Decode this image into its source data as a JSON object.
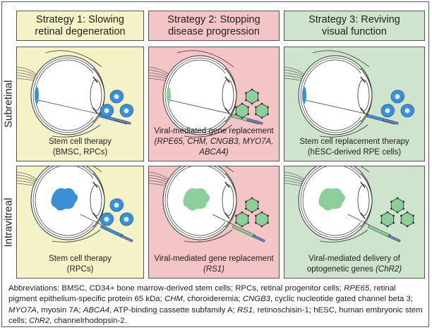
{
  "colors": {
    "strategy1_bg": "#f4f3c8",
    "strategy2_bg": "#f4c5c6",
    "strategy3_bg": "#cfe4cc",
    "stem_cell_blue": "#3a8fd6",
    "virus_green": "#8ccf9a",
    "outline": "#333333"
  },
  "headers": [
    {
      "line1": "Strategy 1: Slowing",
      "line2": "retinal degeneration"
    },
    {
      "line1": "Strategy 2: Stopping",
      "line2": "disease progression"
    },
    {
      "line1": "Strategy 3: Reviving",
      "line2": "visual function"
    }
  ],
  "row_labels": [
    "Subretinal",
    "Intravitreal"
  ],
  "panels": {
    "subretinal": [
      {
        "title": "Stem cell therapy",
        "detail": "(BMSC, RPCs)",
        "agent": "stem-cells"
      },
      {
        "title": "Viral-mediated gene replacement",
        "detail": "(RPE65, CHM, CNGB3, MYO7A, ABCA4)",
        "agent": "virus"
      },
      {
        "title": "Stem cell replacement therapy",
        "detail": "(hESC-derived RPE cells)",
        "agent": "stem-cells"
      }
    ],
    "intravitreal": [
      {
        "title": "Stem cell therapy",
        "detail": "(RPCs)",
        "agent": "stem-cells"
      },
      {
        "title": "Viral-mediated gene replacement",
        "detail": "(RS1)",
        "agent": "virus"
      },
      {
        "title": "Viral-mediated delivery of",
        "detail_plain": "optogenetic genes ",
        "detail": "(ChR2)",
        "agent": "virus"
      }
    ]
  },
  "abbreviations": [
    {
      "t": "Abbreviations: BMSC, CD34+ bone marrow-derived stem cells; RPCs, retinal progenitor cells; ",
      "i": false
    },
    {
      "t": "RPE65",
      "i": true
    },
    {
      "t": ", retinal pigment epithelium-specific protein 65 kDa; ",
      "i": false
    },
    {
      "t": "CHM",
      "i": true
    },
    {
      "t": ", choroideremia; ",
      "i": false
    },
    {
      "t": "CNGB3",
      "i": true
    },
    {
      "t": ", cyclic nucleotide gated channel beta 3; ",
      "i": false
    },
    {
      "t": "MYO7A",
      "i": true
    },
    {
      "t": ", myosin 7A; ",
      "i": false
    },
    {
      "t": "ABCA4",
      "i": true
    },
    {
      "t": ", ATP-binding cassette subfamily A; ",
      "i": false
    },
    {
      "t": "RS1",
      "i": true
    },
    {
      "t": ", retinoschisin-1; hESC, human embryonic stem cells; ",
      "i": false
    },
    {
      "t": "ChR2",
      "i": true
    },
    {
      "t": ", channelrhodopsin-2.",
      "i": false
    }
  ]
}
